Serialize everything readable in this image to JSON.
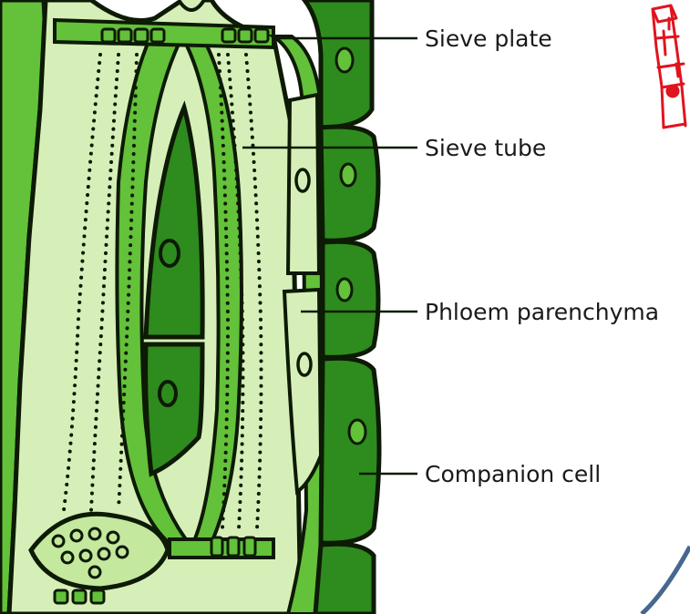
{
  "diagram": {
    "labels": {
      "sieve_plate": "Sieve plate",
      "sieve_tube": "Sieve tube",
      "phloem_parenchyma": "Phloem parenchyma",
      "companion_cell": "Companion cell"
    },
    "colors": {
      "outline": "#0d1a05",
      "dark_green": "#2e8b1e",
      "mid_green": "#63c13a",
      "light_green": "#d6efb8",
      "pale_green": "#c4e89e",
      "annotation_red": "#e0141e",
      "circle_edge": "#46688f"
    }
  }
}
